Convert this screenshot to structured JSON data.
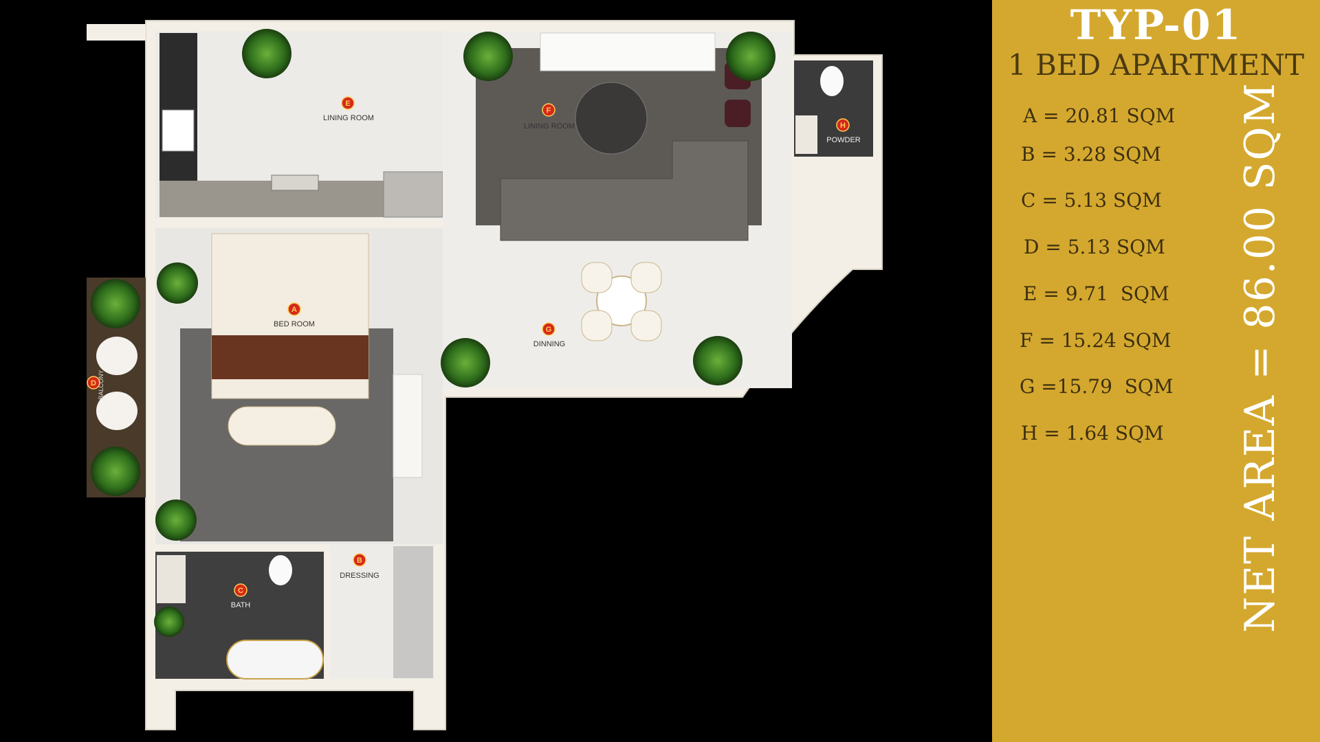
{
  "title": "TYP-01",
  "subtitle": "1 BED APARTMENT",
  "areas": [
    "A = 20.81 SQM",
    "B = 3.28 SQM",
    "C = 5.13 SQM",
    "D = 5.13 SQM",
    "E = 9.71  SQM",
    "F = 15.24 SQM",
    "G =15.79  SQM",
    "H = 1.64 SQM"
  ],
  "net_area": "NET AREA = 86.00 SQM",
  "rooms": {
    "a": {
      "marker": "A",
      "label": "BED ROOM"
    },
    "b": {
      "marker": "B",
      "label": "DRESSING"
    },
    "c": {
      "marker": "C",
      "label": "BATH"
    },
    "d": {
      "marker": "D",
      "label": "BALCONY"
    },
    "e": {
      "marker": "E",
      "label": "LINING ROOM"
    },
    "f": {
      "marker": "F",
      "label": "LINING ROOM"
    },
    "g": {
      "marker": "G",
      "label": "DINNING"
    },
    "h": {
      "marker": "H",
      "label": "POWDER"
    }
  },
  "colors": {
    "sidebar": "#d4a82e",
    "marker": "#d42a1a",
    "wall": "#f4efe6",
    "floor": "#ececea"
  }
}
